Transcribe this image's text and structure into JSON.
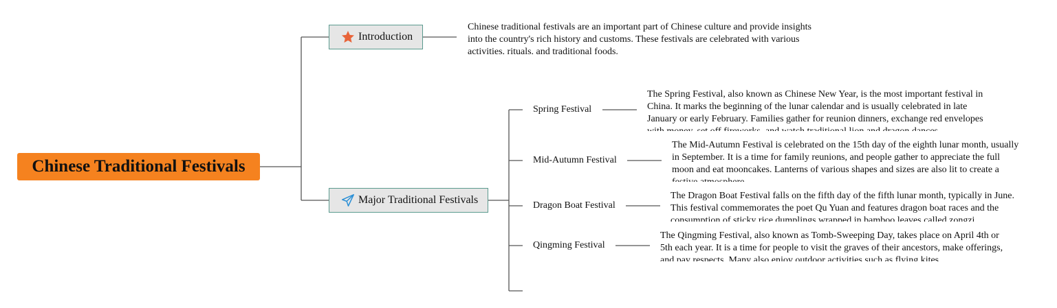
{
  "root": {
    "title": "Chinese Traditional Festivals",
    "color": "#f5821f"
  },
  "introduction": {
    "label": "Introduction",
    "icon": "star-icon",
    "icon_color": "#e8643a",
    "note": "Chinese traditional festivals are an important part of Chinese culture and provide insights into the country's rich history and customs. These festivals are celebrated with various activities, rituals, and traditional foods."
  },
  "major": {
    "label": "Major Traditional Festivals",
    "icon": "paper-plane-icon",
    "icon_color": "#2a8fd6",
    "festivals": [
      {
        "name": "Spring Festival",
        "note": "The Spring Festival, also known as Chinese New Year, is the most important festival in China. It marks the beginning of the lunar calendar and is usually celebrated in late January or early February. Families gather for reunion dinners, exchange red envelopes with money, set off fireworks, and watch traditional lion and dragon dances."
      },
      {
        "name": "Mid-Autumn Festival",
        "note": "The Mid-Autumn Festival is celebrated on the 15th day of the eighth lunar month, usually in September. It is a time for family reunions, and people gather to appreciate the full moon and eat mooncakes. Lanterns of various shapes and sizes are also lit to create a festive atmosphere."
      },
      {
        "name": "Dragon Boat Festival",
        "note": "The Dragon Boat Festival falls on the fifth day of the fifth lunar month, typically in June. This festival commemorates the poet Qu Yuan and features dragon boat races and the consumption of sticky rice dumplings wrapped in bamboo leaves called zongzi."
      },
      {
        "name": "Qingming Festival",
        "note": "The Qingming Festival, also known as Tomb-Sweeping Day, takes place on April 4th or 5th each year. It is a time for people to visit the graves of their ancestors, make offerings, and pay respects. Many also enjoy outdoor activities such as flying kites."
      }
    ]
  }
}
